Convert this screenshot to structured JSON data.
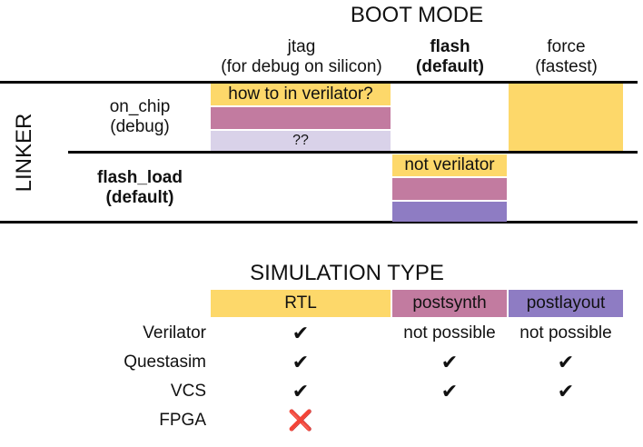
{
  "colors": {
    "yellow": "#fdd86a",
    "pink": "#c27ba0",
    "lavender": "#d9d2e9",
    "purple": "#8e7cc3",
    "red_cross": "#e0242b"
  },
  "boot_mode": {
    "title": "BOOT MODE",
    "columns": [
      {
        "line1": "jtag",
        "line2": "(for debug on silicon)"
      },
      {
        "line1": "flash",
        "line2": "(default)"
      },
      {
        "line1": "force",
        "line2": "(fastest)"
      }
    ]
  },
  "linker": {
    "title": "LINKER",
    "rows": [
      {
        "line1": "on_chip",
        "line2": "(debug)"
      },
      {
        "line1": "flash_load",
        "line2": "(default)"
      }
    ]
  },
  "matrix_blocks": {
    "jtag_onchip_top": "how to in verilator?",
    "jtag_onchip_bottom": "??",
    "flash_flashload_top": "not verilator"
  },
  "simulation_type": {
    "title": "SIMULATION TYPE",
    "columns": [
      "RTL",
      "postsynth",
      "postlayout"
    ],
    "rows": [
      {
        "label": "Verilator",
        "values": [
          "✔",
          "not possible",
          "not possible"
        ]
      },
      {
        "label": "Questasim",
        "values": [
          "✔",
          "✔",
          "✔"
        ]
      },
      {
        "label": "VCS",
        "values": [
          "✔",
          "✔",
          "✔"
        ]
      },
      {
        "label": "FPGA",
        "values": [
          "❌",
          "",
          ""
        ]
      }
    ]
  }
}
